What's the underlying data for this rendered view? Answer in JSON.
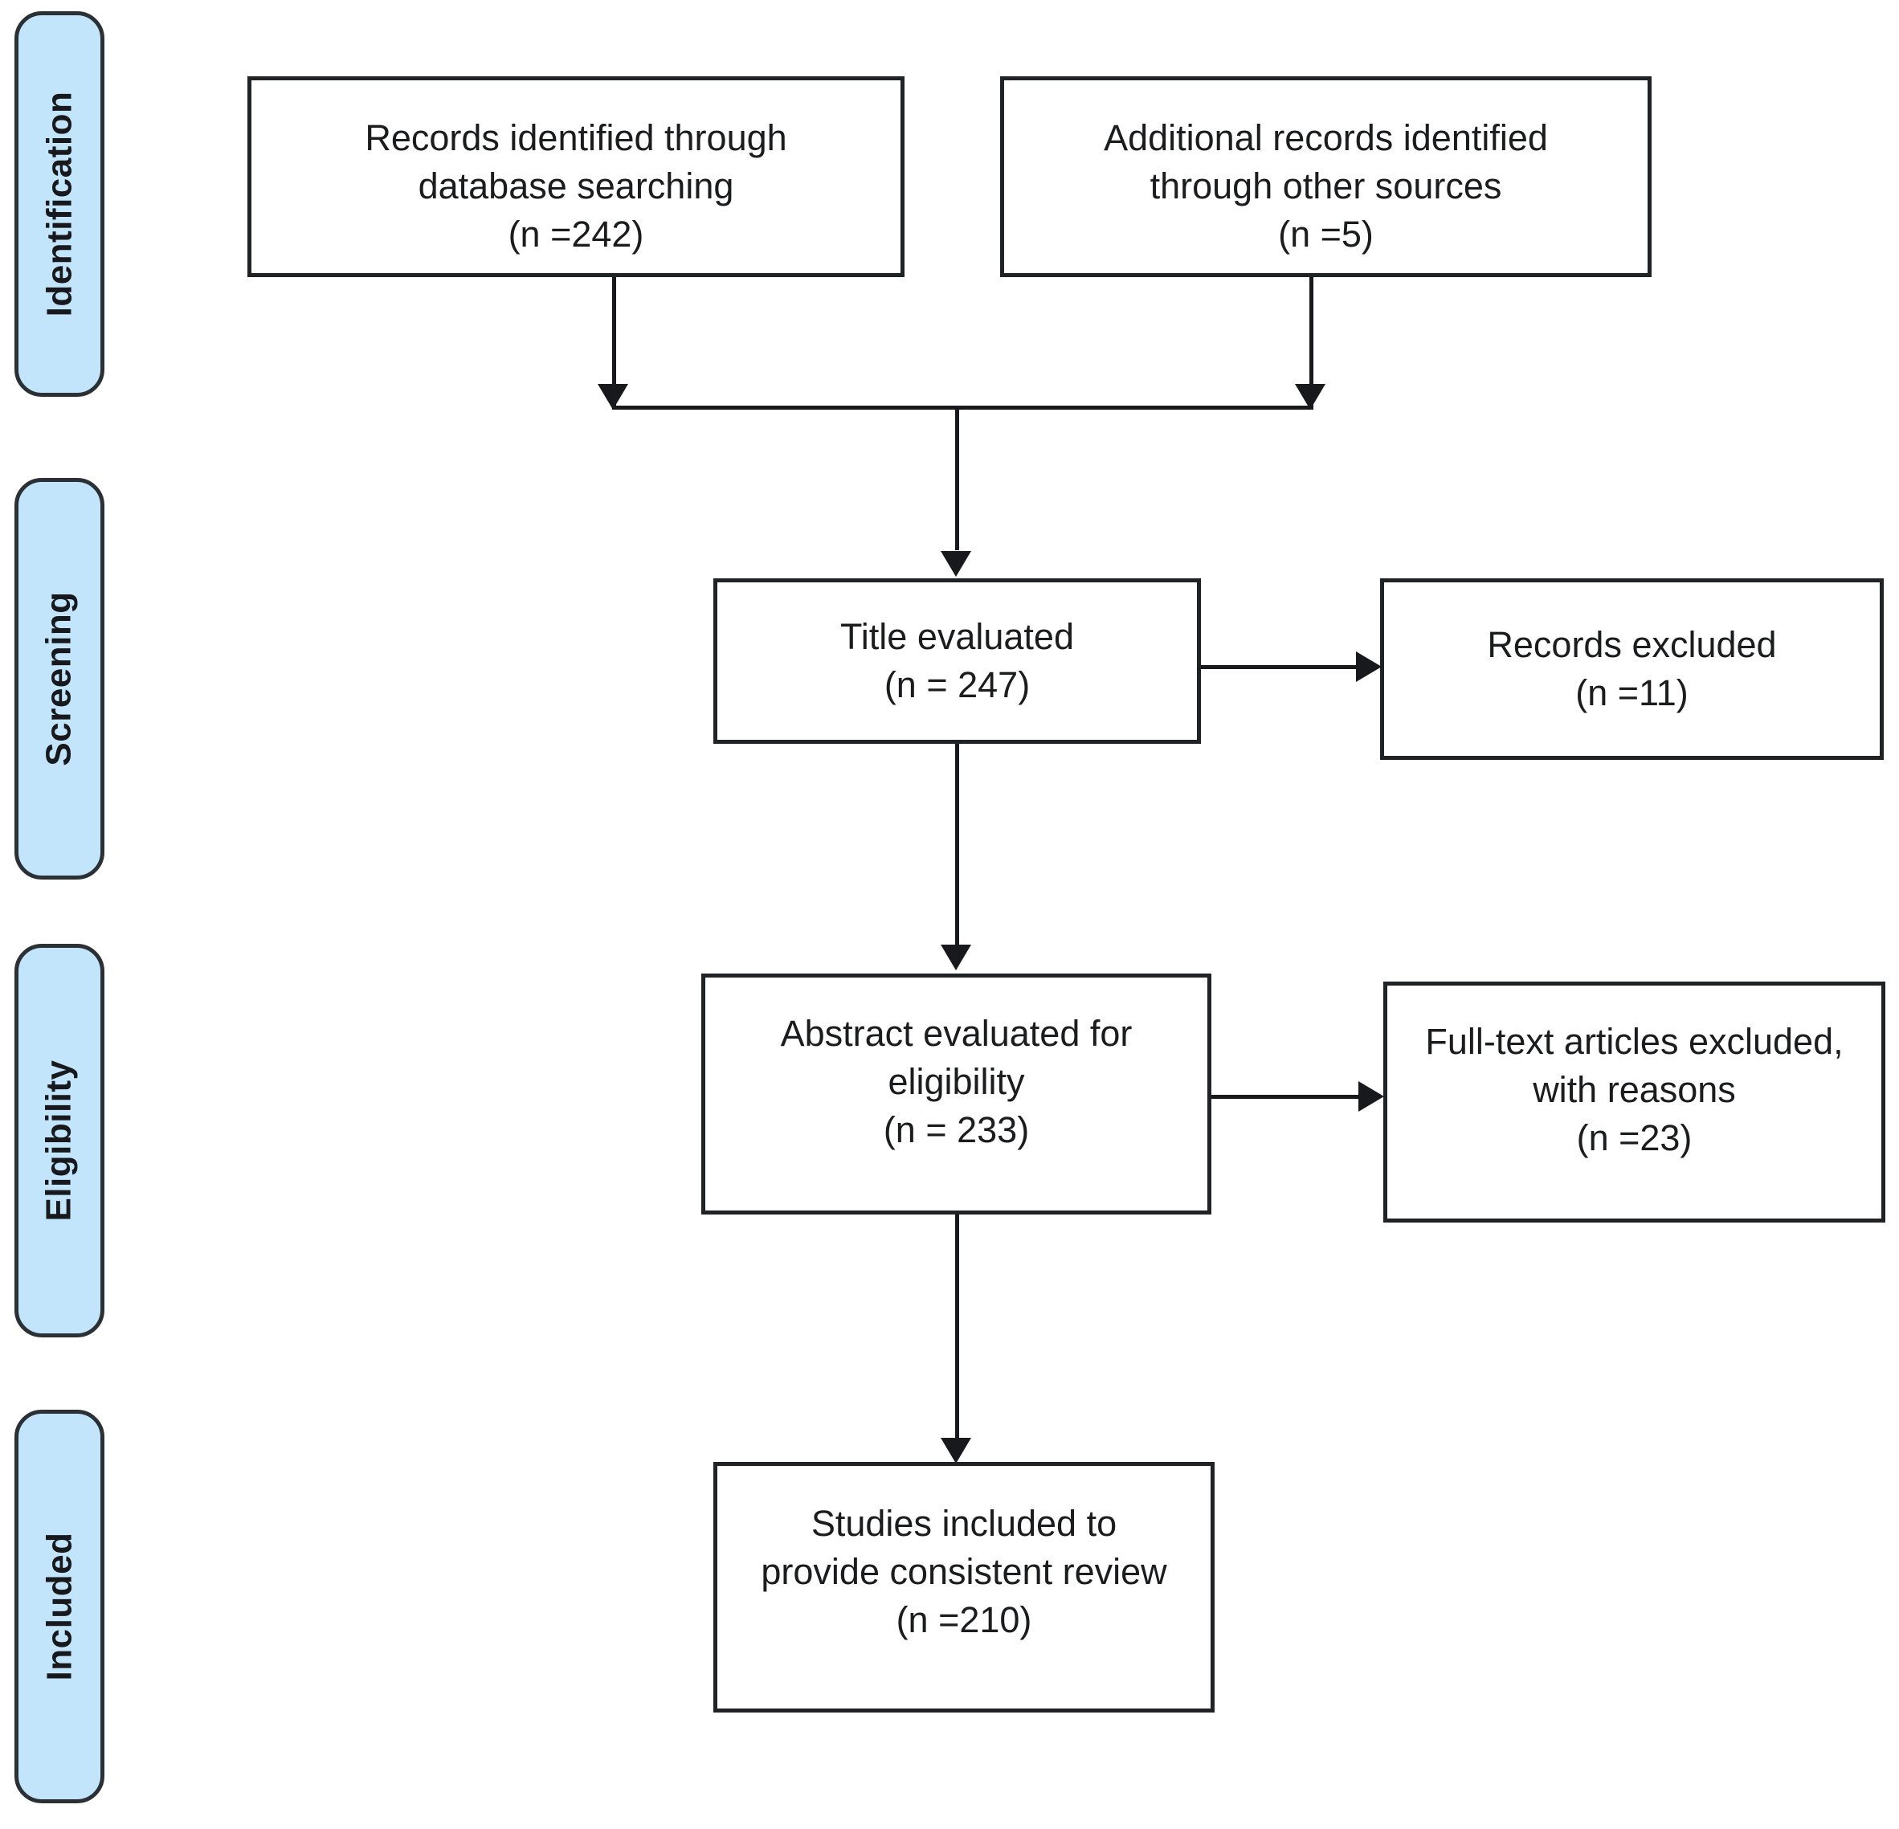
{
  "diagram": {
    "type": "prisma-flow-diagram",
    "accent_color": "#c3e5fb",
    "line_color": "#17191c",
    "box_border_color": "#202326",
    "stages": [
      {
        "id": "identification",
        "label": "Identification"
      },
      {
        "id": "screening",
        "label": "Screening"
      },
      {
        "id": "eligibility",
        "label": "Eligibility"
      },
      {
        "id": "included",
        "label": "Included"
      }
    ],
    "boxes": [
      {
        "id": "records-identified-database",
        "text": "Records identified through\ndatabase searching\n(n =242)",
        "count": 242
      },
      {
        "id": "additional-records-other-sources",
        "text": "Additional records identified\nthrough other sources\n(n =5)",
        "count": 5
      },
      {
        "id": "title-evaluated",
        "text": "Title evaluated\n(n =  247)",
        "count": 247
      },
      {
        "id": "records-excluded",
        "text": "Records excluded\n(n =11)",
        "count": 11
      },
      {
        "id": "abstract-evaluated-eligibility",
        "text": "Abstract evaluated for\neligibility\n(n = 233)",
        "count": 233
      },
      {
        "id": "full-text-articles-excluded",
        "text": "Full-text articles excluded,\nwith reasons\n(n =23)",
        "count": 23
      },
      {
        "id": "studies-included",
        "text": "Studies included to\nprovide consistent review\n(n =210)",
        "count": 210
      }
    ]
  }
}
